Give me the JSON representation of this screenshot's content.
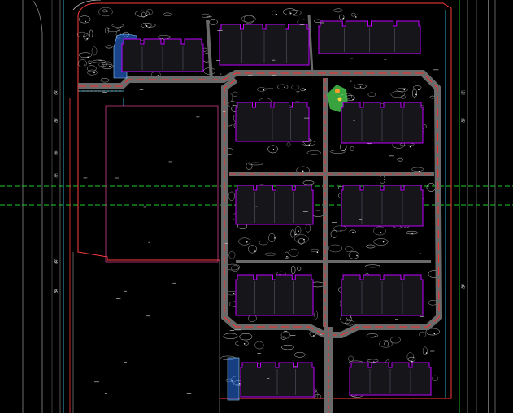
{
  "app": {
    "title": ""
  },
  "colors": {
    "background": "#000000",
    "building": "#c000ff",
    "road_fill": "#6a6a6a",
    "road_accent": "#ff2a2a",
    "boundary": "#ff3b3b",
    "cyan": "#3fd6ff",
    "green_axis": "#1ecb2c",
    "landscape": "#e8e8e8",
    "plaza_hatch": "#2d7cff",
    "tree_green": "#43c04b"
  },
  "labels": {
    "west_street": [
      "路",
      "路",
      "道",
      "街",
      "路",
      "路"
    ],
    "east_street": [
      "街",
      "路",
      "路"
    ]
  }
}
